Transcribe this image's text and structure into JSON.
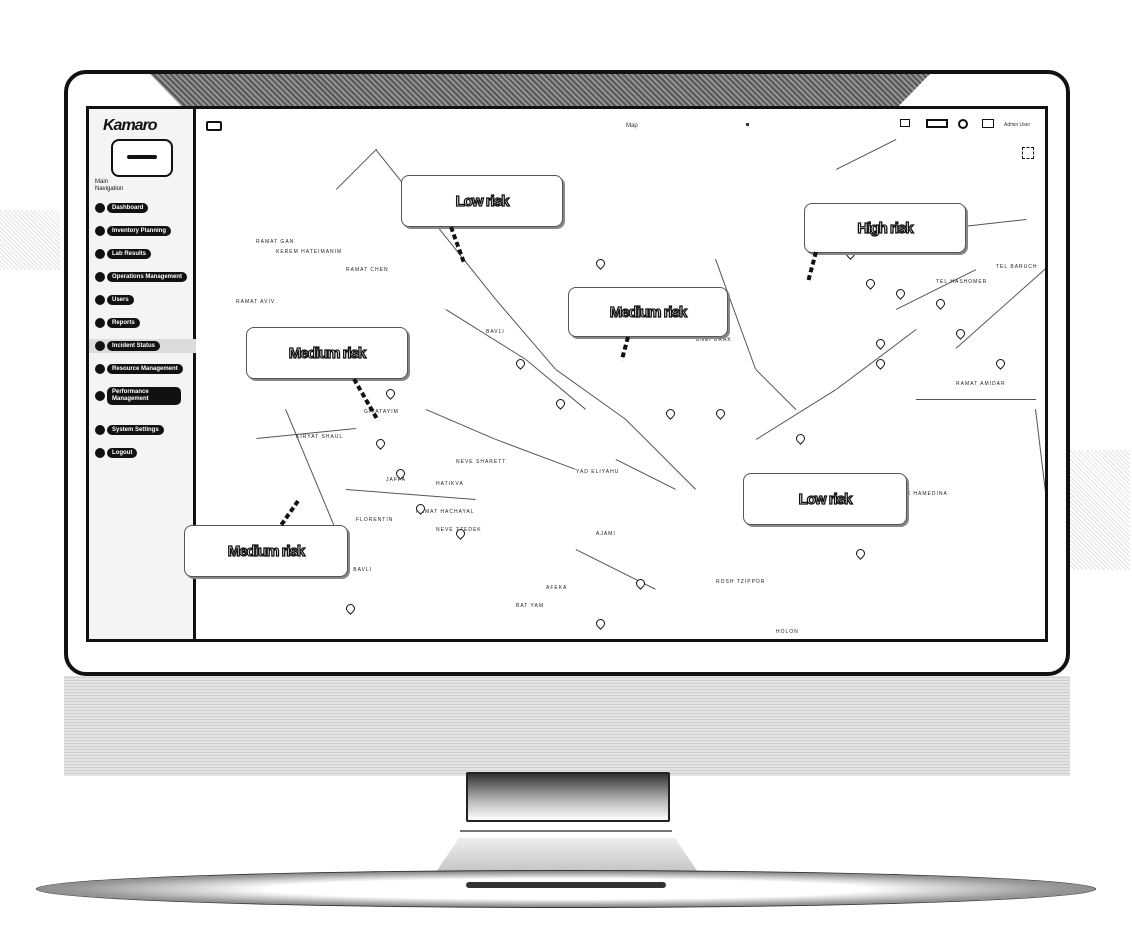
{
  "app": {
    "logo": "Kamaro",
    "sidebar_label": "Main Navigation",
    "top_title": "Map",
    "user_label": "Admin User"
  },
  "sidebar": {
    "items": [
      {
        "label": "Dashboard",
        "icon": "home-icon"
      },
      {
        "label": "Inventory Planning",
        "icon": "calendar-icon"
      },
      {
        "label": "Lab Results",
        "icon": "flask-icon"
      },
      {
        "label": "Operations Management",
        "icon": "gear-icon"
      },
      {
        "label": "Users",
        "icon": "users-icon"
      },
      {
        "label": "Reports",
        "icon": "report-icon"
      },
      {
        "label": "Incident Status",
        "icon": "alert-icon"
      },
      {
        "label": "Resource Management",
        "icon": "box-icon"
      },
      {
        "label": "Performance Management",
        "icon": "chart-icon"
      },
      {
        "label": "System Settings",
        "icon": "settings-icon"
      },
      {
        "label": "Logout",
        "icon": "logout-icon"
      }
    ],
    "active_index": 6
  },
  "map": {
    "risk_labels": [
      {
        "text": "Low risk"
      },
      {
        "text": "High risk"
      },
      {
        "text": "Medium risk"
      },
      {
        "text": "Medium risk"
      },
      {
        "text": "Low risk"
      },
      {
        "text": "Medium risk"
      }
    ],
    "place_labels": [
      "RAMAT GAN",
      "RAMAT CHEN",
      "RAMAT AVIV",
      "BAVLI",
      "KIKAR HAMEDINA",
      "RAMAT HACHAYAL",
      "NEVE SHARETT",
      "HATIKVA",
      "YAD ELIYAHU",
      "KIRYAT SHAUL",
      "BNEI BRAK",
      "GIVATAYIM",
      "FLORENTIN",
      "NEVE TZEDEK",
      "KEREM HATEIMANIM",
      "TEL HASHOMER",
      "AFEKA",
      "ROSH TZIPPOR",
      "RAMAT AMIDAR",
      "HOLON",
      "BAT YAM",
      "JAFFA",
      "AJAMI",
      "SHIKUN BAVLI",
      "TEL BARUCH"
    ]
  },
  "colors": {
    "ink": "#111111",
    "panel": "#f4f4f4",
    "active": "#dcdcdc"
  }
}
